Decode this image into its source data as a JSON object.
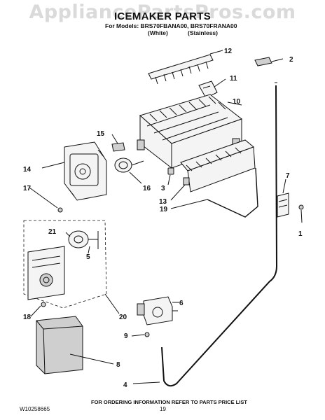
{
  "watermark": "AppliancePartsPros.com",
  "header": {
    "title": "ICEMAKER PARTS",
    "models_line": "For Models: BRS70FBANA00, BRS70FRANA00",
    "variant_white": "(White)",
    "variant_stainless": "(Stainless)"
  },
  "callouts": [
    "1",
    "2",
    "3",
    "4",
    "5",
    "6",
    "7",
    "8",
    "9",
    "10",
    "11",
    "12",
    "13",
    "14",
    "15",
    "16",
    "17",
    "18",
    "19",
    "20",
    "21"
  ],
  "footer": {
    "doc_number": "W10258665",
    "page_number": "19",
    "ordering_note": "FOR ORDERING INFORMATION REFER TO PARTS PRICE LIST"
  },
  "colors": {
    "ink": "#111111",
    "watermark": "#969696",
    "background": "#ffffff"
  }
}
